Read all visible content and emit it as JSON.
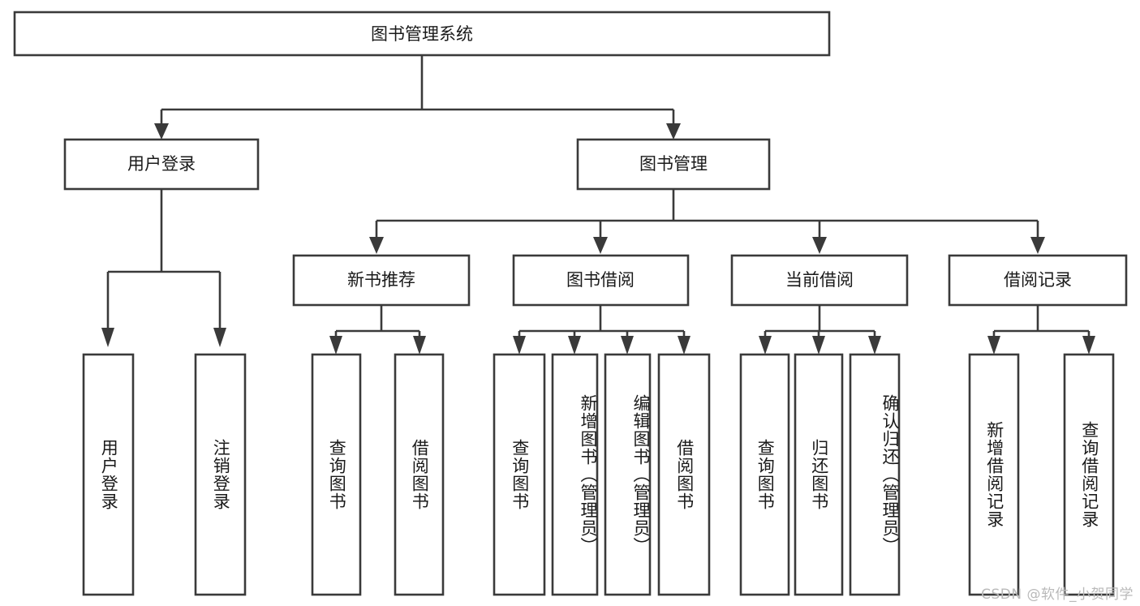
{
  "diagram": {
    "type": "tree-hierarchy",
    "title": "图书管理系统",
    "watermark": "CSDN @软件_小贺同学",
    "colors": {
      "stroke": "#3a3a3a",
      "fill": "#ffffff",
      "text": "#1a1a1a",
      "watermark": "#b9b9b9",
      "background": "#ffffff"
    },
    "root": {
      "label": "图书管理系统"
    },
    "level2": [
      {
        "label": "用户登录"
      },
      {
        "label": "图书管理"
      }
    ],
    "level3": [
      {
        "label": "新书推荐"
      },
      {
        "label": "图书借阅"
      },
      {
        "label": "当前借阅"
      },
      {
        "label": "借阅记录"
      }
    ],
    "leaves": {
      "user_login": [
        {
          "label": "用户登录"
        },
        {
          "label": "注销登录"
        }
      ],
      "new_book_recommend": [
        {
          "label": "查询图书"
        },
        {
          "label": "借阅图书"
        }
      ],
      "book_borrow": [
        {
          "label": "查询图书"
        },
        {
          "label": "新增图书（管理员）"
        },
        {
          "label": "编辑图书（管理员）"
        },
        {
          "label": "借阅图书"
        }
      ],
      "current_borrow": [
        {
          "label": "查询图书"
        },
        {
          "label": "归还图书"
        },
        {
          "label": "确认归还（管理员）"
        }
      ],
      "borrow_record": [
        {
          "label": "新增借阅记录"
        },
        {
          "label": "查询借阅记录"
        }
      ]
    }
  }
}
